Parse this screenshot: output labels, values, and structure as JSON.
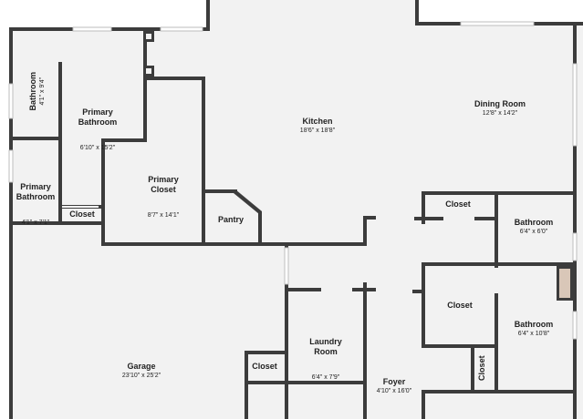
{
  "rooms": {
    "kitchen": {
      "name": "Kitchen",
      "dim": "18'6\" x 18'8\""
    },
    "dining": {
      "name": "Dining Room",
      "dim": "12'8\" x 14'2\""
    },
    "primary_bath": {
      "name": "Primary\nBathroom",
      "dim": "6'10\" x 15'2\""
    },
    "bath_small_top": {
      "name": "Bathroom",
      "dim": "4'1\" x 9'4\""
    },
    "primary_bath_small": {
      "name": "Primary\nBathroom",
      "dim": "4'1\" x 7'1\""
    },
    "closet_left": {
      "name": "Closet"
    },
    "primary_closet": {
      "name": "Primary\nCloset",
      "dim": "8'7\" x 14'1\""
    },
    "pantry": {
      "name": "Pantry"
    },
    "closet_right_top": {
      "name": "Closet"
    },
    "bath_right_top": {
      "name": "Bathroom",
      "dim": "6'4\" x 6'0\""
    },
    "closet_right_mid": {
      "name": "Closet"
    },
    "bath_right_bottom": {
      "name": "Bathroom",
      "dim": "6'4\" x 10'8\""
    },
    "closet_vertical": {
      "name": "Closet"
    },
    "laundry": {
      "name": "Laundry\nRoom",
      "dim": "6'4\" x 7'9\""
    },
    "garage": {
      "name": "Garage",
      "dim": "23'10\" x 25'2\""
    },
    "closet_garage": {
      "name": "Closet"
    },
    "foyer": {
      "name": "Foyer",
      "dim": "4'10\" x 16'0\""
    }
  }
}
